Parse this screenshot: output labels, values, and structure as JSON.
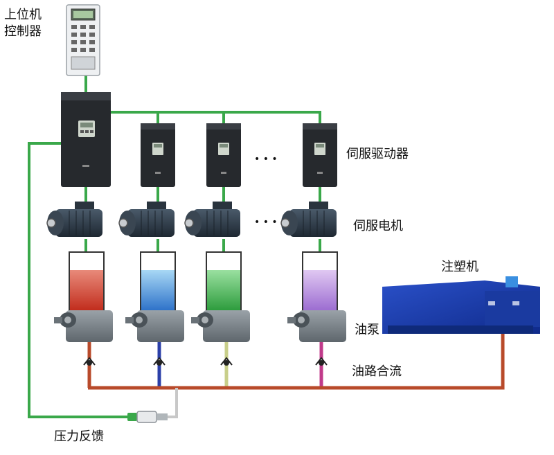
{
  "labels": {
    "host_controller_line1": "上位机",
    "host_controller_line2": "控制器",
    "servo_driver": "伺服驱动器",
    "servo_motor": "伺服电机",
    "injection_machine": "注塑机",
    "oil_pump": "油泵",
    "oil_merge": "油路合流",
    "pressure_feedback": "压力反馈",
    "ellipsis": "• • •"
  },
  "colors": {
    "signal_wire": "#3aa84a",
    "oil_main_line": "#b84a2a",
    "driver_body": "#26292d",
    "motor_body": "#2f3b48",
    "pump_body": "#7f868c",
    "machine": "#1f3fb0"
  },
  "units": [
    {
      "name": "unit-1",
      "fluid": "red",
      "fluid_color": "#d23a2a",
      "line_color": "#b84a2a"
    },
    {
      "name": "unit-2",
      "fluid": "blue",
      "fluid_color": "#3a8fd8",
      "line_color": "#2b3fa8"
    },
    {
      "name": "unit-3",
      "fluid": "green",
      "fluid_color": "#3aa84a",
      "line_color": "#c8cf8a"
    },
    {
      "name": "unit-4",
      "fluid": "purple",
      "fluid_color": "#a57ad8",
      "line_color": "#c03a8a"
    }
  ]
}
